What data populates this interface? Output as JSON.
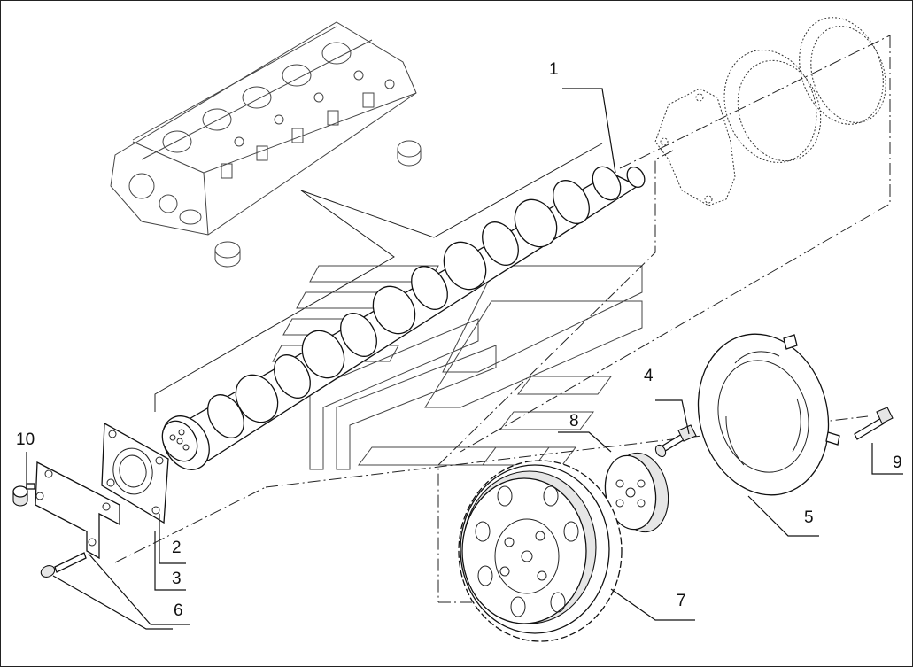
{
  "diagram": {
    "callouts": [
      "1",
      "2",
      "3",
      "4",
      "5",
      "6",
      "7",
      "8",
      "9",
      "10"
    ],
    "parts": [
      "camshaft",
      "gasket",
      "cover-plate",
      "bolt",
      "tone-wheel",
      "screw",
      "gear",
      "hub",
      "bolt",
      "rubber-bumper"
    ],
    "line_color": "#111111"
  }
}
